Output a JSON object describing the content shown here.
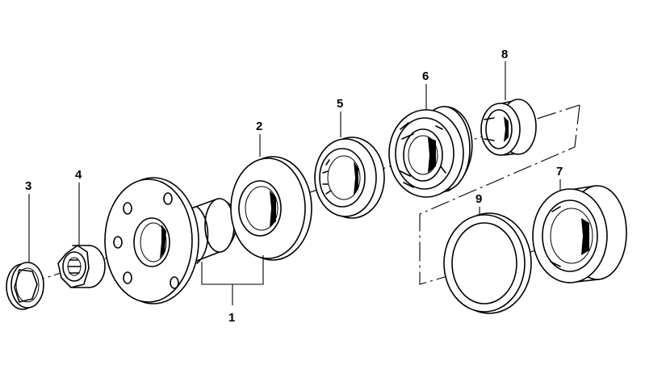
{
  "diagram": {
    "callouts": [
      {
        "id": "p1",
        "text": "1"
      },
      {
        "id": "p2",
        "text": "2"
      },
      {
        "id": "p3",
        "text": "3"
      },
      {
        "id": "p4",
        "text": "4"
      },
      {
        "id": "p5",
        "text": "5"
      },
      {
        "id": "p6",
        "text": "6"
      },
      {
        "id": "p7",
        "text": "7"
      },
      {
        "id": "p8",
        "text": "8"
      },
      {
        "id": "p9",
        "text": "9"
      }
    ]
  }
}
